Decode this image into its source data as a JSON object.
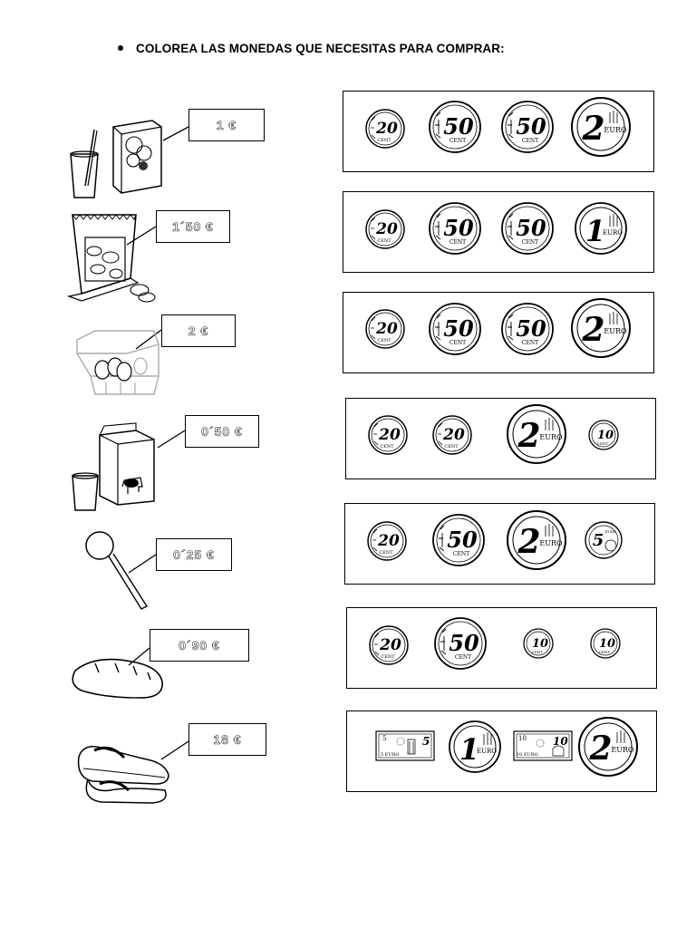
{
  "instruction": "COLOREA LAS MONEDAS QUE NECESITAS PARA COMPRAR:",
  "rows": [
    {
      "item": "juice-box-and-glass",
      "price": "1 €",
      "money": [
        "20 cent",
        "50 cent",
        "50 cent",
        "2 euro"
      ]
    },
    {
      "item": "bag-of-chips",
      "price": "1´50 €",
      "money": [
        "20 cent",
        "50 cent",
        "50 cent",
        "1 euro"
      ]
    },
    {
      "item": "egg-carton",
      "price": "2 €",
      "money": [
        "20 cent",
        "50 cent",
        "50 cent",
        "2 euro"
      ]
    },
    {
      "item": "milk-carton-and-glass",
      "price": "0´50 €",
      "money": [
        "20 cent",
        "20 cent",
        "2 euro",
        "10 cent"
      ]
    },
    {
      "item": "lollipop",
      "price": "0´25 €",
      "money": [
        "20 cent",
        "50 cent",
        "2 euro",
        "5 cent"
      ]
    },
    {
      "item": "bread-loaf",
      "price": "0´90 €",
      "money": [
        "20 cent",
        "50 cent",
        "10 cent",
        "10 cent"
      ]
    },
    {
      "item": "shoes",
      "price": "18 €",
      "money": [
        "5 euro note",
        "1 euro",
        "10 euro note",
        "2 euro"
      ]
    }
  ],
  "coin_text": {
    "euro": "EURO",
    "cent": "CENT",
    "euro_small": "EURO"
  }
}
